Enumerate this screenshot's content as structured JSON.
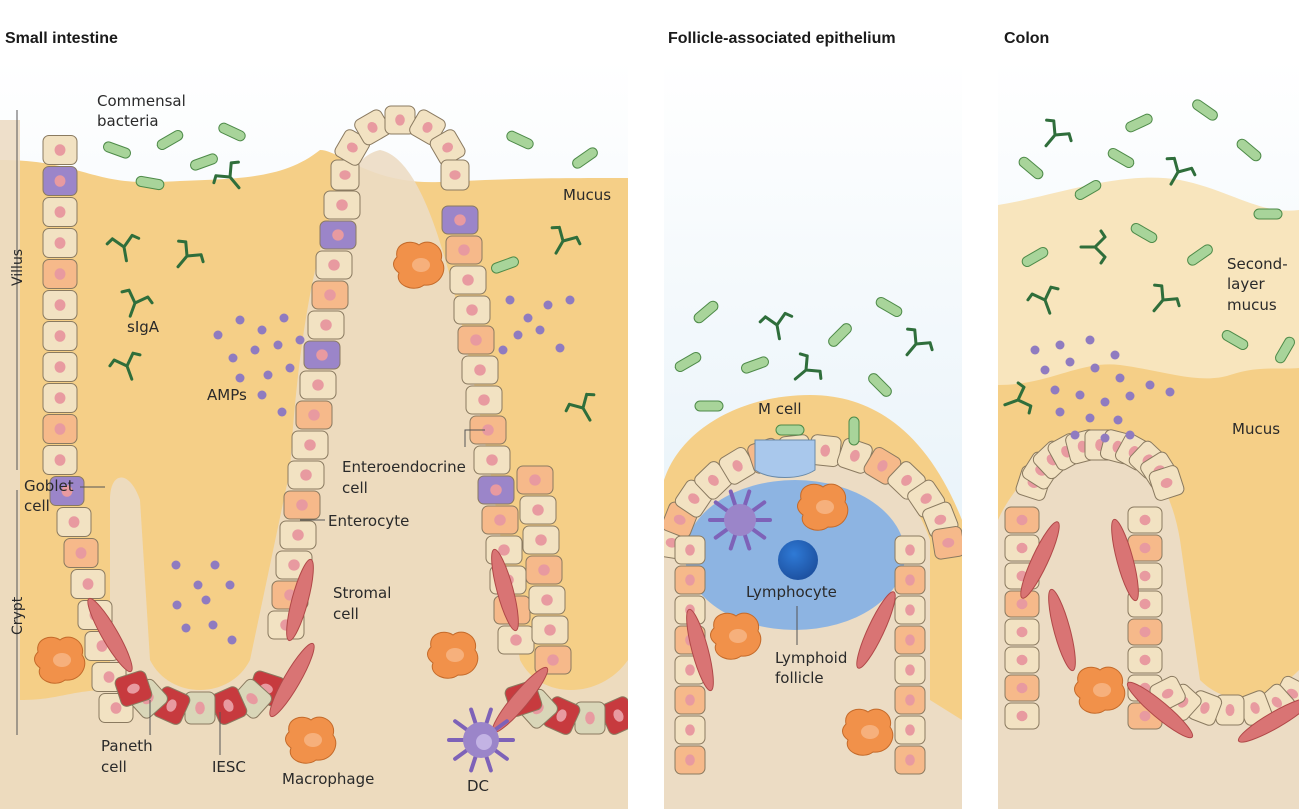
{
  "titles": {
    "small_intestine": "Small intestine",
    "fae": "Follicle-associated epithelium",
    "colon": "Colon"
  },
  "labels": {
    "commensal_1": "Commensal",
    "commensal_2": "bacteria",
    "mucus": "Mucus",
    "sIgA": "sIgA",
    "amps": "AMPs",
    "villus": "Villus",
    "crypt": "Crypt",
    "goblet_1": "Goblet",
    "goblet_2": "cell",
    "enteroendocrine_1": "Enteroendocrine",
    "enteroendocrine_2": "cell",
    "enterocyte": "Enterocyte",
    "stromal_1": "Stromal",
    "stromal_2": "cell",
    "paneth_1": "Paneth",
    "paneth_2": "cell",
    "iesc": "IESC",
    "macrophage": "Macrophage",
    "dc": "DC",
    "m_cell": "M cell",
    "lymphocyte": "Lymphocyte",
    "lymphoid_1": "Lymphoid",
    "lymphoid_2": "follicle",
    "second_1": "Second-",
    "second_2": "layer",
    "second_3": "mucus",
    "colon_mucus": "Mucus"
  },
  "colors": {
    "lumen": "#e3eef6",
    "mucus": "#f5cf87",
    "lamina": "#ecdcc4",
    "cell": "#f2e2c2",
    "nucleus": "#e89aa0",
    "goblet": "#9b85c9",
    "paneth": "#c73a3e",
    "enterocyte_orange": "#f6b98a",
    "bacteria": "#a8d49a",
    "antibody": "#2f6e3b",
    "amp": "#8f7bc0",
    "macrophage": "#f1914a",
    "stromal": "#d97474",
    "follicle": "#8db4e2"
  }
}
